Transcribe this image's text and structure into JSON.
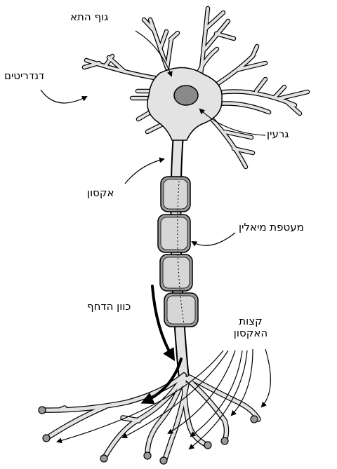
{
  "labels": {
    "cell_body": "גוף התא",
    "dendrites": "דנדריטים",
    "nucleus": "גרעין",
    "axon": "אקסון",
    "myelin_sheath": "מעטפת מיאלין",
    "impulse_direction": "כוון הדחף",
    "axon_terminals_line1": "קצות",
    "axon_terminals_line2": "האקסון"
  },
  "colors": {
    "cell_fill": "#e3e3e3",
    "outline": "#000000",
    "nucleus_fill": "#8a8a8a",
    "myelin_fill": "#9a9a9a",
    "myelin_inner": "#d6d6d6",
    "terminal_knob": "#9a9a9a"
  }
}
